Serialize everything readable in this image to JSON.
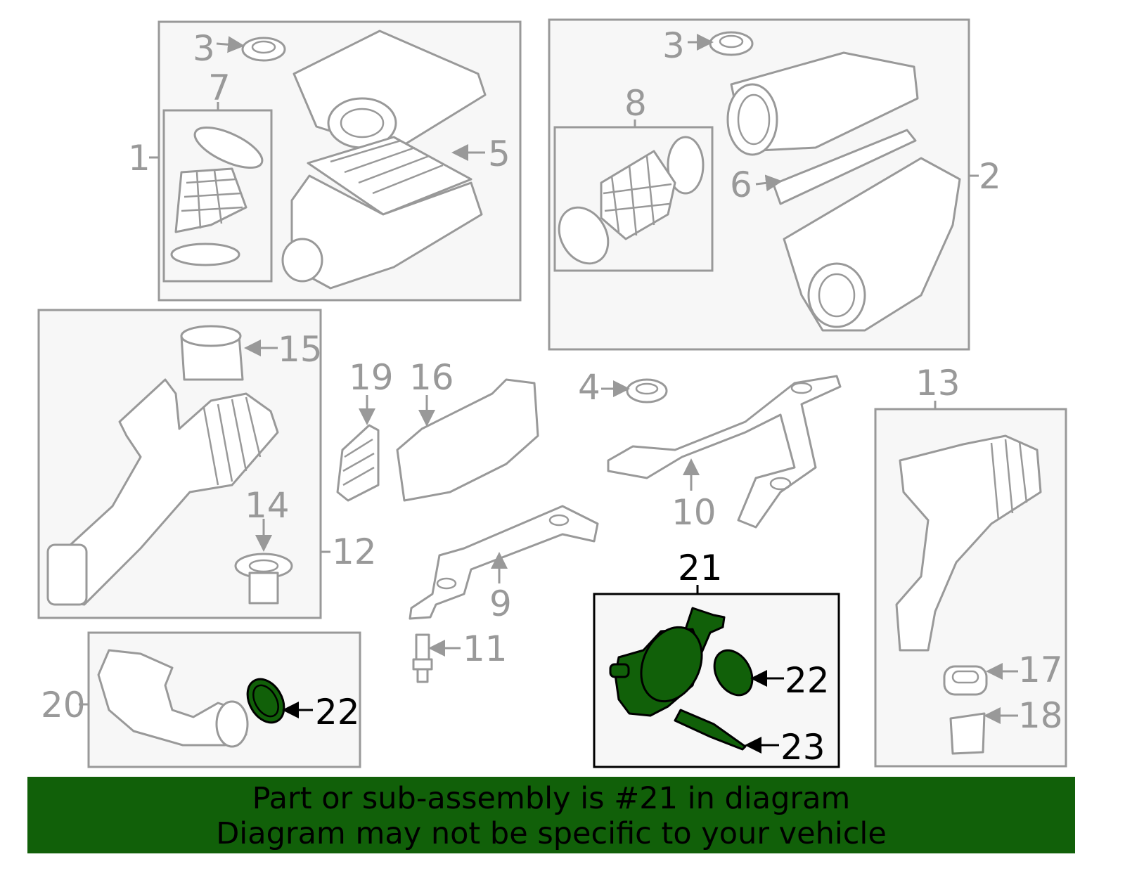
{
  "callouts": {
    "c1": "1",
    "c2": "2",
    "c3a": "3",
    "c3b": "3",
    "c4": "4",
    "c5": "5",
    "c6": "6",
    "c7": "7",
    "c8": "8",
    "c9": "9",
    "c10": "10",
    "c11": "11",
    "c12": "12",
    "c13": "13",
    "c14": "14",
    "c15": "15",
    "c16": "16",
    "c17": "17",
    "c18": "18",
    "c19": "19",
    "c20": "20",
    "c21": "21",
    "c22a": "22",
    "c22b": "22",
    "c23": "23"
  },
  "colors": {
    "highlight": "#116009",
    "outline": "#999999",
    "banner": "#116009"
  },
  "banner": {
    "line1": "Part or sub-assembly is #21 in diagram",
    "line2": "Diagram may not be specific to your vehicle"
  }
}
